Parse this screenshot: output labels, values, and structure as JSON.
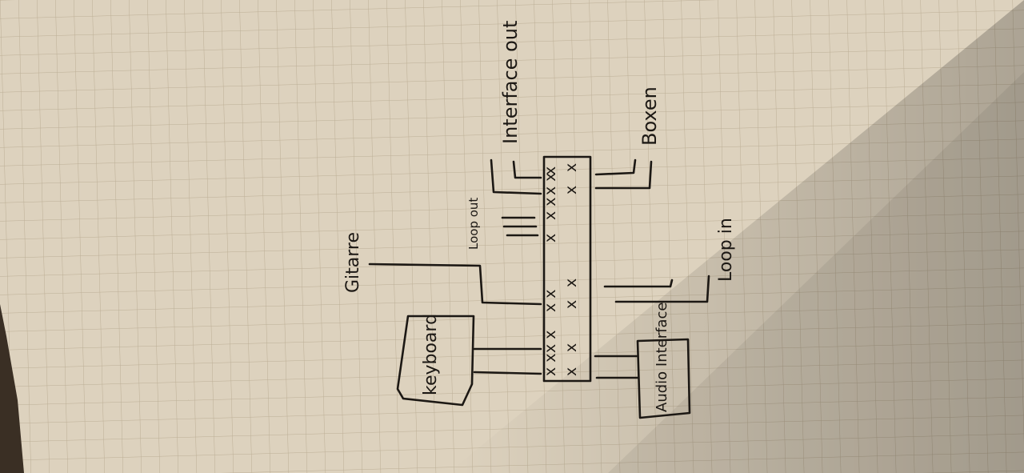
{
  "colors": {
    "paper": "#ddd2be",
    "paper_shadow": "#9a8c72",
    "grid": "#bcae95",
    "ink": "#1c1814"
  },
  "labels": {
    "guitar": "Gitarre",
    "keyboard": "keyboard",
    "loop_out": "Loop out",
    "interface_out": "Interface out",
    "boxen": "Boxen",
    "loop_in": "Loop in",
    "audio_interface": "Audio Interface"
  }
}
